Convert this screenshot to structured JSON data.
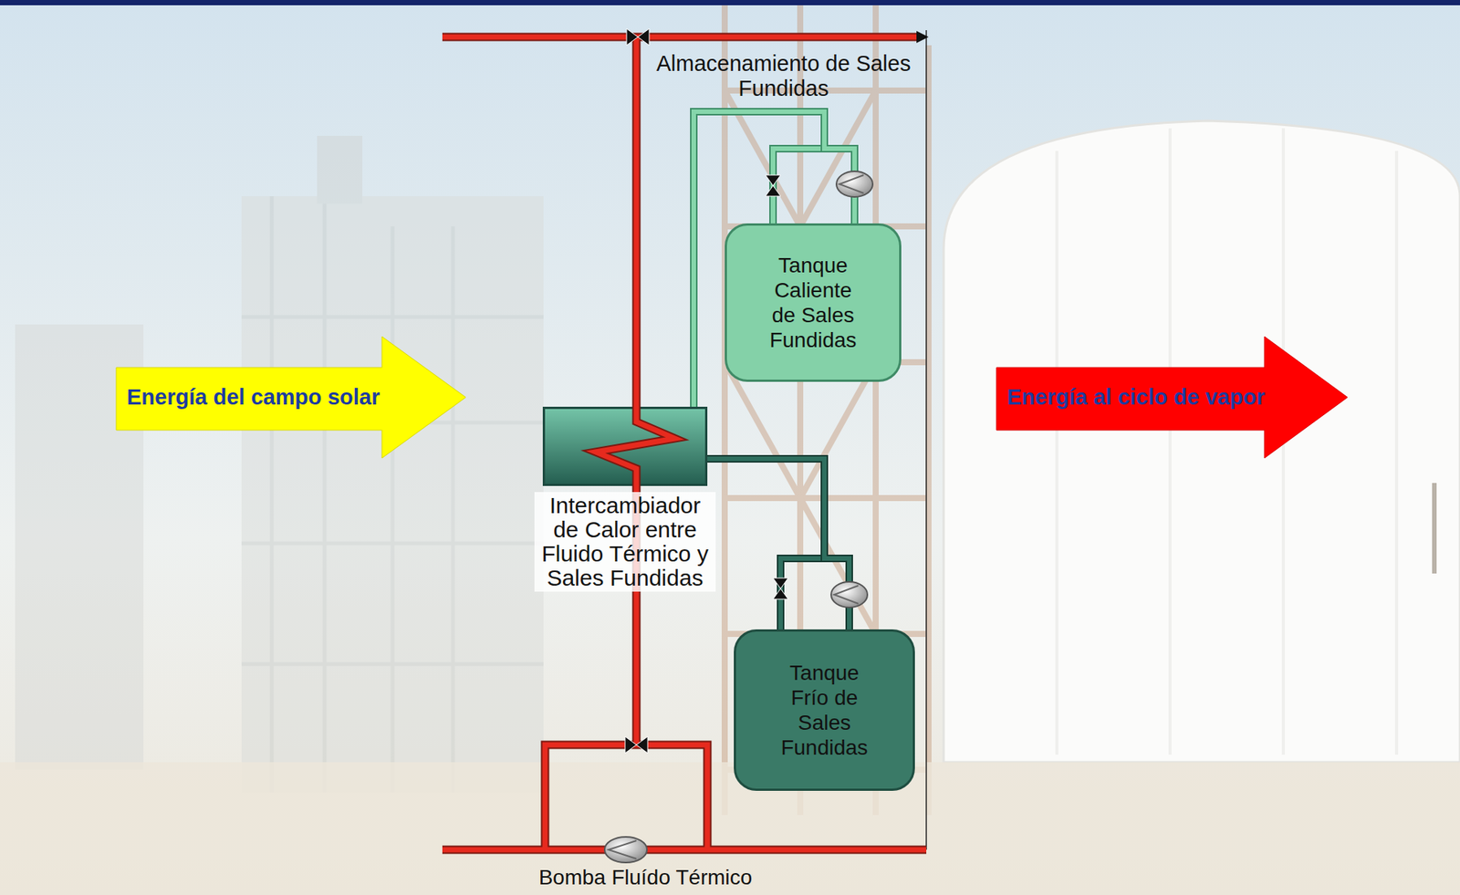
{
  "diagram": {
    "nodes": [
      {
        "text": [
          "Tanque Caliente de Sales Fundidas"
        ]
      },
      {
        "text": [
          "Energía del campo solar"
        ]
      },
      {
        "text": [
          "Intercambiador de Calor entre Fluido Térmico y Sales Fundidas"
        ]
      },
      {
        "text": [
          "Energía al ciclo de vapor"
        ]
      },
      {
        "text": [
          "Tanque Frío de Sales Fundidas"
        ]
      }
    ],
    "edges": [
      {
        "from": 2,
        "to": 0,
        "arrow": "none"
      },
      {
        "from": 2,
        "to": 4,
        "arrow": "none"
      }
    ],
    "labels": [
      "Almacenamiento de Sales Fundidas",
      "Bomba Fluído Térmico"
    ]
  }
}
